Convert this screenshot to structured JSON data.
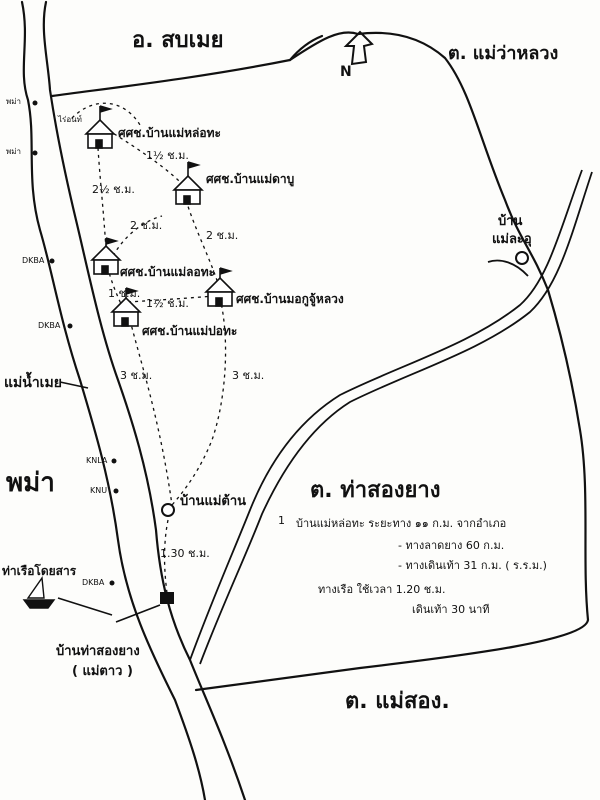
{
  "map": {
    "region_labels": {
      "north": "อ. สบเมย",
      "northeast": "ต. แม่ว่าหลวง",
      "center": "ต. ท่าสองยาง",
      "south": "ต. แม่สอง.",
      "west_country": "พม่า",
      "river": "แม่น้ำเมย"
    },
    "north_arrow": "N",
    "border_posts": [
      "พม่า",
      "พม่า",
      "DKBA",
      "DKBA",
      "KNLA",
      "KNU",
      "DKBA"
    ],
    "schools": [
      "ศศช.บ้านแม่หล่อทะ",
      "ศศช.บ้านแม่ดาบู",
      "ศศช.บ้านแม่ลอทะ",
      "ศศช.บ้านมอกูจู้หลวง",
      "ศศช.บ้านแม่ปอทะ"
    ],
    "distances": [
      "1½ ช.ม.",
      "2½ ช.ม.",
      "2 ช.ม.",
      "2 ช.ม.",
      "1 ช.ม.",
      "1½ ช.ม.",
      "3 ช.ม.",
      "3 ช.ม.",
      "1.30 ช.ม."
    ],
    "school_small_label": "ไร่อนท์",
    "villages": {
      "mae_tan": "บ้านแม่ต้าน",
      "mae_salit_1": "บ้าน",
      "mae_salit_2": "แม่ละอุ"
    },
    "boat_label": "ท่าเรือโดยสาร",
    "tha_song_yang_1": "บ้านท่าสองยาง",
    "tha_song_yang_2": "( แม่ตาว )",
    "legend": {
      "number": "1",
      "line1": "บ้านแม่หล่อทะ   ระยะทาง  ๑๑ ก.ม. จากอำเภอ",
      "line2": "- ทางลาดยาง     60 ก.ม.",
      "line3": "- ทางเดินเท้า   31 ก.ม. ( ร.ร.ม.)",
      "line4": "ทางเรือ    ใช้เวลา  1.20  ช.ม.",
      "line5": "เดินเท้า  30  นาที"
    }
  }
}
